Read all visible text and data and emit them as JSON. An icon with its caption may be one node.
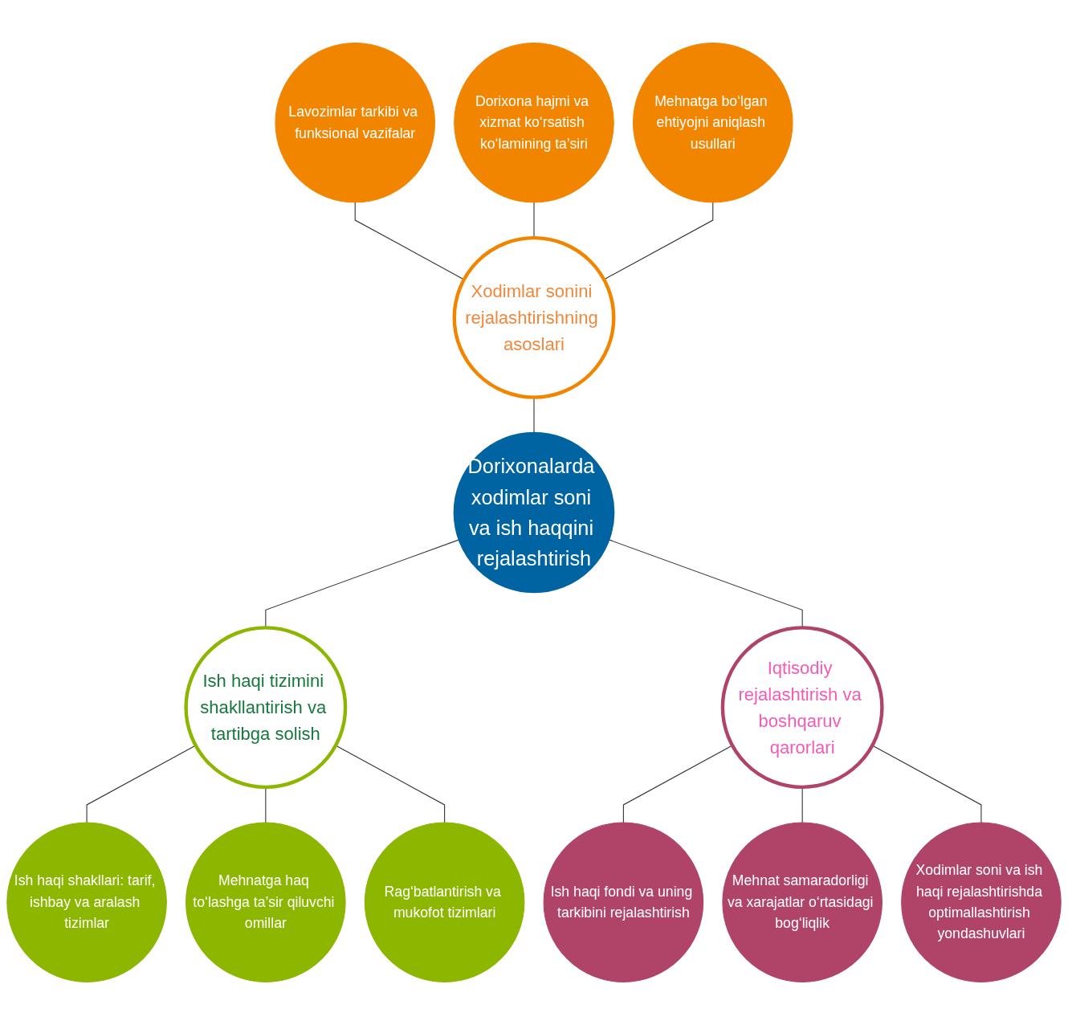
{
  "diagram": {
    "nodes": [
      {
        "text": [
          "Dorixonalarda xodimlar soni va ish haqqini rejalashtirish"
        ]
      },
      {
        "text": [
          "Xodimlar sonini rejalashtirishning asoslari"
        ]
      },
      {
        "text": [
          "Lavozimlar tarkibi va funksional vazifalar"
        ]
      },
      {
        "text": [
          "Dorixona hajmi va xizmat ko‘rsatish ko‘lamining ta’siri"
        ]
      },
      {
        "text": [
          "Mehnatga bo‘lgan ehtiyojni aniqlash usullari"
        ]
      },
      {
        "text": [
          "Ish haqi tizimini shakllantirish va tartibga solish"
        ]
      },
      {
        "text": [
          "Ish haqi shakllari: tarif, ishbay va aralash tizimlar"
        ]
      },
      {
        "text": [
          "Mehnatga haq to‘lashga ta’sir qiluvchi omillar"
        ]
      },
      {
        "text": [
          "Rag‘batlantirish va mukofot tizimlari"
        ]
      },
      {
        "text": [
          "Iqtisodiy rejalashtirish va boshqaruv qarorlari"
        ]
      },
      {
        "text": [
          "Ish haqi fondi va uning tarkibini rejalashtirish"
        ]
      },
      {
        "text": [
          "Mehnat samaradorligi va xarajatlar o‘rtasidagi bog‘liqlik"
        ]
      },
      {
        "text": [
          "Xodimlar soni va ish haqi rejalashtirishda optimallashtirish yondashuvlari"
        ]
      }
    ],
    "edges": [
      {
        "from": 1,
        "to": 0,
        "arrow": "none"
      },
      {
        "from": 2,
        "to": 1,
        "arrow": "none"
      },
      {
        "from": 3,
        "to": 1,
        "arrow": "none"
      },
      {
        "from": 4,
        "to": 1,
        "arrow": "none"
      },
      {
        "from": 0,
        "to": 5,
        "arrow": "none"
      },
      {
        "from": 5,
        "to": 6,
        "arrow": "none"
      },
      {
        "from": 5,
        "to": 7,
        "arrow": "none"
      },
      {
        "from": 5,
        "to": 8,
        "arrow": "none"
      },
      {
        "from": 0,
        "to": 9,
        "arrow": "none"
      },
      {
        "from": 9,
        "to": 10,
        "arrow": "none"
      },
      {
        "from": 9,
        "to": 11,
        "arrow": "none"
      },
      {
        "from": 9,
        "to": 12,
        "arrow": "none"
      }
    ]
  }
}
